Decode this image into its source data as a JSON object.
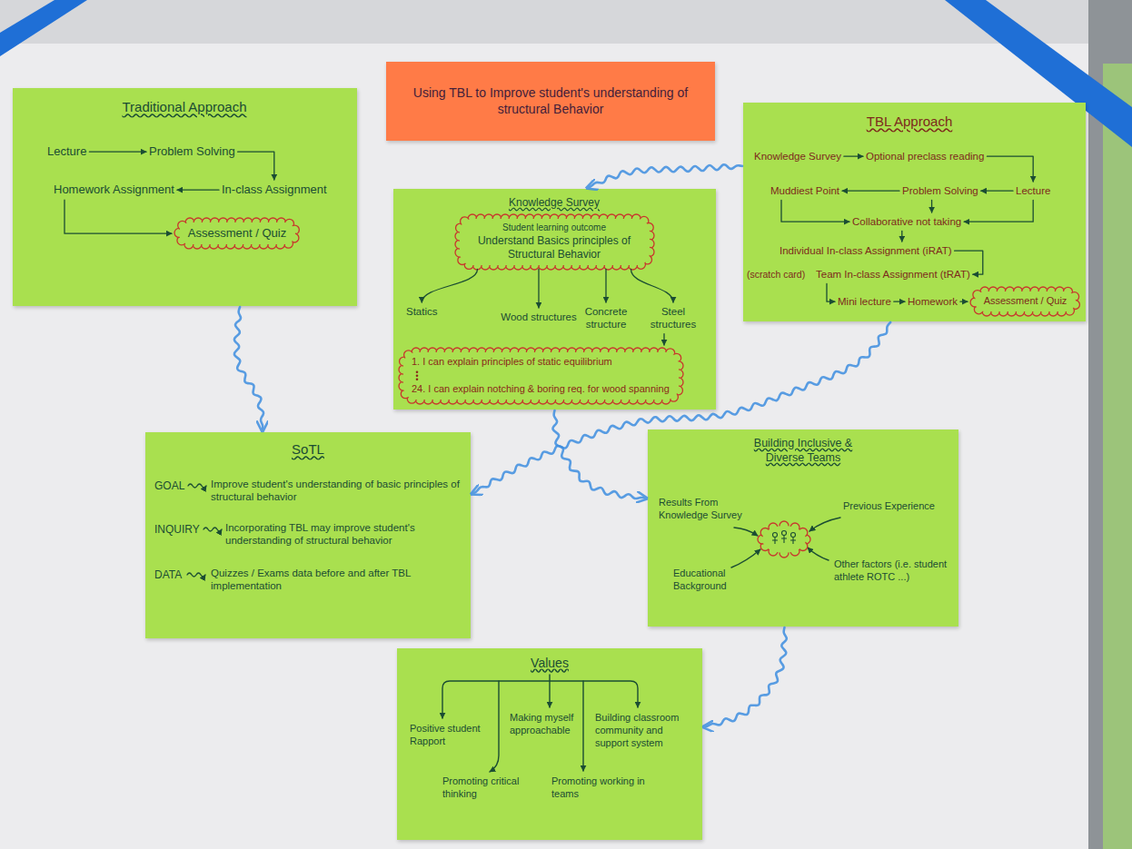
{
  "diagram": {
    "title": "Using TBL to Improve student's understanding of structural Behavior",
    "nodes": [
      {
        "text": [
          "Traditional Approach"
        ]
      },
      {
        "text": [
          "Lecture"
        ],
        "in": 0
      },
      {
        "text": [
          "Problem Solving"
        ],
        "in": 0
      },
      {
        "text": [
          "In-class Assignment"
        ],
        "in": 0
      },
      {
        "text": [
          "Homework Assignment"
        ],
        "in": 0
      },
      {
        "text": [
          "Assessment / Quiz"
        ],
        "in": 0
      },
      {
        "text": [
          "TBL Approach"
        ]
      },
      {
        "text": [
          "Knowledge Survey"
        ],
        "in": 6
      },
      {
        "text": [
          "Optional preclass reading"
        ],
        "in": 6
      },
      {
        "text": [
          "Lecture"
        ],
        "in": 6
      },
      {
        "text": [
          "Problem Solving"
        ],
        "in": 6
      },
      {
        "text": [
          "Muddiest Point"
        ],
        "in": 6
      },
      {
        "text": [
          "Collaborative not taking"
        ],
        "in": 6
      },
      {
        "text": [
          "Individual In-class Assignment (iRAT)"
        ],
        "in": 6
      },
      {
        "text": [
          "Team In-class Assignment (tRAT)"
        ],
        "in": 6
      },
      {
        "text": [
          "Mini lecture"
        ],
        "in": 6
      },
      {
        "text": [
          "Homework"
        ],
        "in": 6
      },
      {
        "text": [
          "Assessment / Quiz"
        ],
        "in": 6
      },
      {
        "text": [
          "Knowledge Survey"
        ]
      },
      {
        "text": [
          "Student learning outcome",
          "Understand Basics principles of Structural Behavior"
        ],
        "in": 18
      },
      {
        "text": [
          "Statics"
        ],
        "in": 18
      },
      {
        "text": [
          "Wood structures"
        ],
        "in": 18
      },
      {
        "text": [
          "Concrete structure"
        ],
        "in": 18
      },
      {
        "text": [
          "Steel structures"
        ],
        "in": 18
      },
      {
        "text": [
          "1. I can explain principles of static equilibrium",
          "24. I can explain notching & boring req. for wood spanning"
        ],
        "in": 18
      },
      {
        "text": [
          "SoTL",
          "GOAL",
          "Improve student's understanding of basic principles of structural behavior",
          "INQUIRY",
          "Incorporating TBL may improve student's understanding of structural behavior",
          "DATA",
          "Quizzes / Exams data before and after TBL implementation"
        ]
      },
      {
        "text": [
          "Building Inclusive & Diverse Teams",
          "Results From Knowledge Survey",
          "Previous Experience",
          "Educational Background",
          "Other factors (i.e. student athlete ROTC ...)"
        ]
      },
      {
        "text": [
          "Values",
          "Positive student Rapport",
          "Making myself approachable",
          "Building classroom community and support system",
          "Promoting critical thinking",
          "Promoting working in teams"
        ]
      }
    ],
    "edges": [
      {
        "from": 1,
        "to": 2,
        "arrow": "to"
      },
      {
        "from": 2,
        "to": 3,
        "arrow": "to"
      },
      {
        "from": 3,
        "to": 4,
        "arrow": "to"
      },
      {
        "from": 4,
        "to": 5,
        "arrow": "to"
      },
      {
        "from": 7,
        "to": 8,
        "arrow": "to"
      },
      {
        "from": 8,
        "to": 9,
        "arrow": "to"
      },
      {
        "from": 9,
        "to": 10,
        "arrow": "to"
      },
      {
        "from": 10,
        "to": 11,
        "arrow": "to"
      },
      {
        "from": 11,
        "to": 12,
        "arrow": "to"
      },
      {
        "from": 10,
        "to": 12,
        "arrow": "to"
      },
      {
        "from": 9,
        "to": 12,
        "arrow": "to"
      },
      {
        "from": 12,
        "to": 13,
        "arrow": "to"
      },
      {
        "from": 13,
        "to": 14,
        "arrow": "to"
      },
      {
        "from": 14,
        "to": 15,
        "arrow": "to"
      },
      {
        "from": 15,
        "to": 16,
        "arrow": "to"
      },
      {
        "from": 16,
        "to": 17,
        "arrow": "to"
      },
      {
        "from": 19,
        "to": 20,
        "arrow": "to"
      },
      {
        "from": 19,
        "to": 21,
        "arrow": "to"
      },
      {
        "from": 19,
        "to": 22,
        "arrow": "to"
      },
      {
        "from": 19,
        "to": 23,
        "arrow": "to"
      },
      {
        "from": 23,
        "to": 24,
        "arrow": "to"
      },
      {
        "from": 0,
        "to": 25,
        "arrow": "to"
      },
      {
        "from": 6,
        "to": 18,
        "arrow": "to"
      },
      {
        "from": 6,
        "to": 25,
        "arrow": "to"
      },
      {
        "from": 18,
        "to": 26,
        "arrow": "to"
      },
      {
        "from": 26,
        "to": 27,
        "arrow": "to"
      }
    ],
    "labels": [
      "(scratch card)"
    ]
  }
}
